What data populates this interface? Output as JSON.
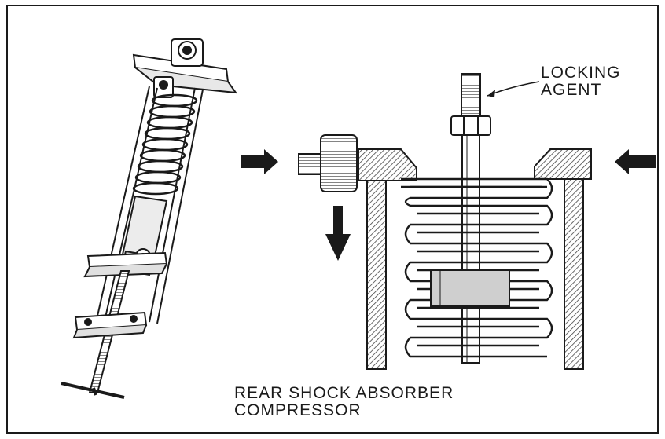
{
  "figure": {
    "labels": {
      "locking_agent": [
        "LOCKING",
        "AGENT"
      ],
      "caption": [
        "REAR SHOCK ABSORBER",
        "COMPRESSOR"
      ]
    },
    "colors": {
      "ink": "#1a1a1a",
      "hatch": "#555555",
      "paper": "#ffffff"
    }
  }
}
